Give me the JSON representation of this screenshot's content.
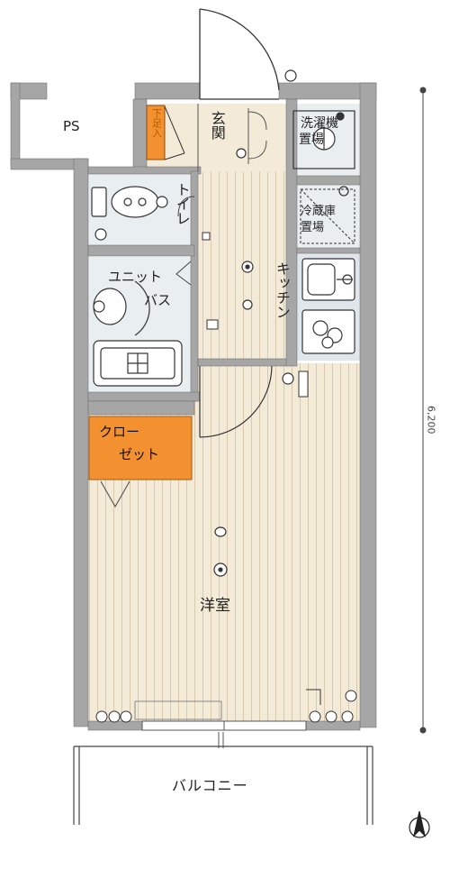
{
  "labels": {
    "ps": "PS",
    "genkan": "玄関",
    "toilet": "トイレ",
    "kitchen": "キッチン",
    "sentaku_top": "洗濯機",
    "sentaku_bottom": "置場",
    "reizoko_top": "冷蔵庫",
    "reizoko_bottom": "置場",
    "bath_top": "ユニット",
    "bath_bottom": "バス",
    "closet_top": "クロー",
    "closet_bottom": "ゼット",
    "yoshitsu": "洋室",
    "balcony": "バルコニー",
    "shita_bako": "下足入",
    "dimension": "6,200"
  },
  "colors": {
    "wall": "#a6a6a6",
    "floor_wood": "#f4ead8",
    "floor_stripe": "#d9c9ad",
    "tile": "#e9eef1",
    "closet": "#f3902f",
    "line": "#333333",
    "shoe_box": "#f3902f"
  },
  "icons": [
    "north-arrow-icon",
    "door-swing-icon",
    "toilet-fixture-icon",
    "bathtub-icon",
    "stove-icon",
    "sink-icon",
    "outlet-icon",
    "light-icon"
  ]
}
